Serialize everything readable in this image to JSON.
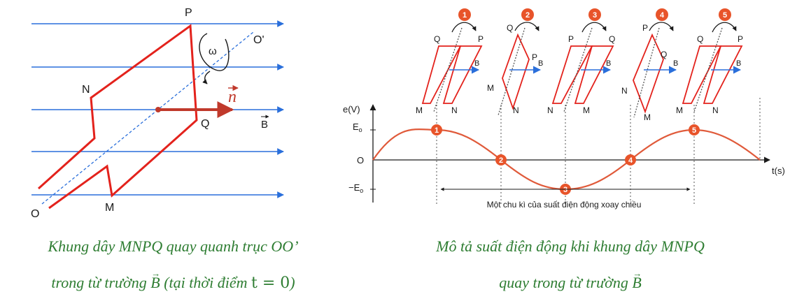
{
  "left_figure": {
    "labels": {
      "P": "P",
      "N": "N",
      "Q": "Q",
      "M": "M",
      "O": "O",
      "O_prime": "O'",
      "omega": "ω",
      "n_vec": "n",
      "B_vec": "B"
    }
  },
  "right_figure": {
    "axis": {
      "y_label": "e(V)",
      "x_label": "t(s)",
      "E0": "E",
      "E0_sub": "o",
      "minus_E0": "−E",
      "minus_E0_sub": "o",
      "origin": "O"
    },
    "markers": [
      "1",
      "2",
      "3",
      "4",
      "5"
    ],
    "period_text": "Một chu kì của suất điện động xoay chiều",
    "frames": [
      {
        "num": "1",
        "top_left": "Q",
        "top_right": "P",
        "bottom_left": "M",
        "bottom_right": "N",
        "b": "B"
      },
      {
        "num": "2",
        "top_left": "Q",
        "top_right": "P",
        "bottom_left": "M",
        "bottom_right": "N",
        "b": "B"
      },
      {
        "num": "3",
        "top_left": "P",
        "top_right": "Q",
        "bottom_left": "N",
        "bottom_right": "M",
        "b": "B"
      },
      {
        "num": "4",
        "top_left": "P",
        "top_right": "Q",
        "bottom_left": "N",
        "bottom_right": "M",
        "b": "B"
      },
      {
        "num": "5",
        "top_left": "Q",
        "top_right": "P",
        "bottom_left": "M",
        "bottom_right": "N",
        "b": "B"
      }
    ]
  },
  "captions": {
    "left_line1": "Khung dây MNPQ quay quanh trục OO’",
    "left_line2_a": "trong từ trường ",
    "left_line2_b": "B",
    "left_line2_c": " (tại thời điểm ",
    "left_line2_d": "t = 0",
    "left_line2_e": ")",
    "right_line1": "Mô tả suất điện động khi khung dây MNPQ",
    "right_line2_a": "quay trong từ trường ",
    "right_line2_b": "B"
  },
  "colors": {
    "field_line": "#2a6fdb",
    "frame": "#e3221c",
    "normal": "#c0392b",
    "curve": "#e05a3a",
    "marker": "#e8542a",
    "caption": "#2e7d32"
  }
}
